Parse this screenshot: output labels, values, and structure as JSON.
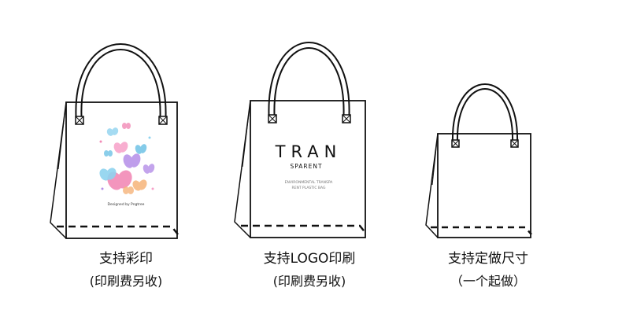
{
  "products": [
    {
      "title": "支持彩印",
      "subtitle": "(印刷费另收)",
      "print": {
        "credit": "Designed by Pngtree"
      }
    },
    {
      "title": "支持LOGO印刷",
      "subtitle": "(印刷费另收)",
      "print": {
        "logo_line1": "TRAN",
        "logo_line2": "SPARENT",
        "small_line1": "ENVIRONMENTAL TRANSPA",
        "small_line2": "RENT PLASTIC BAG"
      }
    },
    {
      "title": "支持定做尺寸",
      "subtitle": "（一个起做）"
    }
  ],
  "colors": {
    "outline": "#111111",
    "background": "#ffffff",
    "butterflies": [
      "#f28ab6",
      "#8fd3ef",
      "#b58ee8",
      "#f6b47a",
      "#6fc2e6",
      "#f7a0c8"
    ]
  }
}
